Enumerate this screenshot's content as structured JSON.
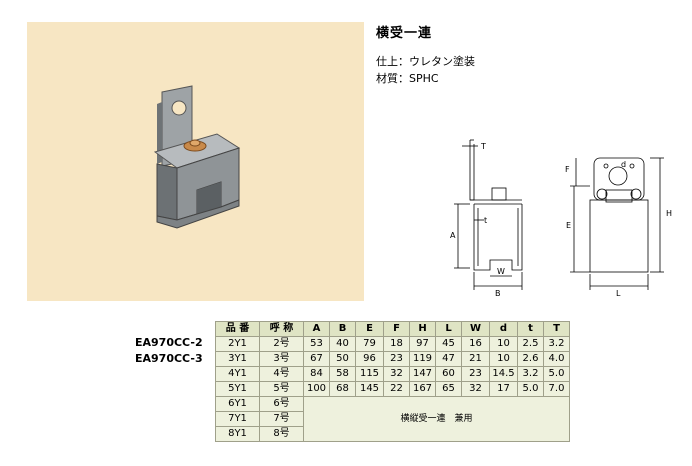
{
  "product": {
    "title": "横受一連",
    "finish": "仕上：ウレタン塗装",
    "material": "材質：SPHC"
  },
  "models": [
    "EA970CC-2",
    "EA970CC-3"
  ],
  "drawing_labels": {
    "T": "T",
    "t": "t",
    "A": "A",
    "W": "W",
    "B": "B",
    "F": "F",
    "d": "d",
    "E": "E",
    "H": "H",
    "L": "L"
  },
  "table": {
    "headers": [
      "品 番",
      "呼 称",
      "A",
      "B",
      "E",
      "F",
      "H",
      "L",
      "W",
      "d",
      "t",
      "T"
    ],
    "rows": [
      [
        "2Y1",
        "2号",
        "53",
        "40",
        "79",
        "18",
        "97",
        "45",
        "16",
        "10",
        "2.5",
        "3.2"
      ],
      [
        "3Y1",
        "3号",
        "67",
        "50",
        "96",
        "23",
        "119",
        "47",
        "21",
        "10",
        "2.6",
        "4.0"
      ],
      [
        "4Y1",
        "4号",
        "84",
        "58",
        "115",
        "32",
        "147",
        "60",
        "23",
        "14.5",
        "3.2",
        "5.0"
      ],
      [
        "5Y1",
        "5号",
        "100",
        "68",
        "145",
        "22",
        "167",
        "65",
        "32",
        "17",
        "5.0",
        "7.0"
      ]
    ],
    "extra_rows": [
      [
        "6Y1",
        "6号"
      ],
      [
        "7Y1",
        "7号"
      ],
      [
        "8Y1",
        "8号"
      ]
    ],
    "note": "横縦受一連　兼用"
  }
}
